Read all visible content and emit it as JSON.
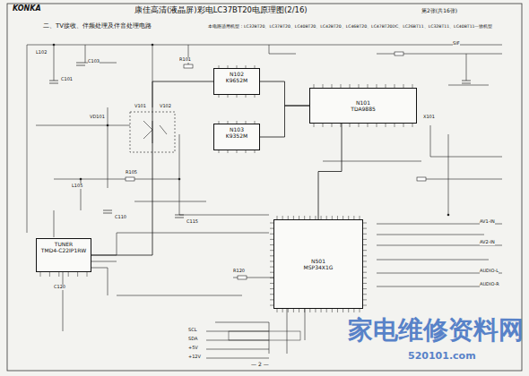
{
  "diagram": {
    "title": "康佳高清(液晶屏)彩电LC37BT20电原理图(2/16)",
    "nodes": [
      {
        "text": [
          "N102",
          "K9652M"
        ]
      },
      {
        "text": [
          "N103",
          "K9352M"
        ]
      },
      {
        "text": [
          "N101",
          "TDA9885"
        ]
      },
      {
        "text": [
          "TUNER",
          "TMD4-C22IP1RW"
        ]
      },
      {
        "text": [
          "N501",
          "MSP34X1G"
        ]
      }
    ],
    "edges": [
      {
        "from": 3,
        "to": 0,
        "arrow": "none"
      },
      {
        "from": 0,
        "to": 2,
        "arrow": "none"
      },
      {
        "from": 1,
        "to": 2,
        "arrow": "none"
      },
      {
        "from": 2,
        "to": 4,
        "arrow": "none"
      }
    ],
    "labels": [
      "KONKA",
      "第2张(共16张)",
      "二、TV接收、伴频处理及伴音处理电路",
      "本电路适用机型：LC32BT20、LC37BT20、LC40BT20、LC42BT20、LC46BT20、LC47BT20DC、LC26BT11、LC32BT11、LC40BT11一致机型",
      "L102",
      "R101",
      "C101",
      "V101",
      "V102",
      "VD101",
      "C103",
      "R105",
      "C110",
      "L105",
      "C115",
      "R120",
      "C120",
      "X101",
      "SIF",
      "AV1-IN",
      "AV2-IN",
      "AUDIO-L",
      "AUDIO-R",
      "SCL",
      "SDA",
      "+5V",
      "+12V",
      "— 2 —",
      "家电维修资料网",
      "520101.com"
    ]
  }
}
